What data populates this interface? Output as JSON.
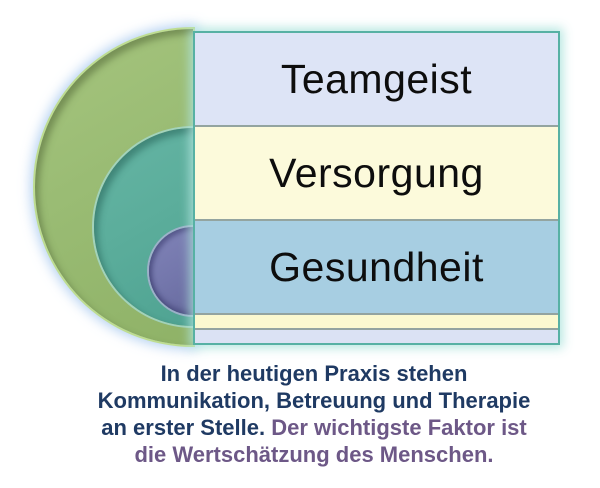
{
  "diagram": {
    "rings": [
      {
        "name": "outer-ring",
        "color": "#9abc74"
      },
      {
        "name": "middle-ring",
        "color": "#5bad9b"
      },
      {
        "name": "inner-ring",
        "color": "#7477ac"
      }
    ],
    "bands": [
      {
        "label": "Teamgeist",
        "fill": "#dde4f6"
      },
      {
        "label": "Versorgung",
        "fill": "#fcfadb"
      },
      {
        "label": "Gesundheit",
        "fill": "#a7cee2"
      }
    ],
    "strips": [
      {
        "fill": "#fbf9d0"
      },
      {
        "fill": "#dbe2f4"
      }
    ],
    "border_color": "#57b1a4"
  },
  "caption": {
    "lines_dark": [
      "In der heutigen Praxis stehen",
      "Kommunikation, Betreuung und Therapie"
    ],
    "line3_dark": "an erster Stelle. ",
    "line3_accent": "Der wichtigste Faktor ist",
    "line4_accent": "die Wertschätzung des Menschen.",
    "dark_color": "#1f3a63",
    "accent_color": "#6d5887"
  }
}
